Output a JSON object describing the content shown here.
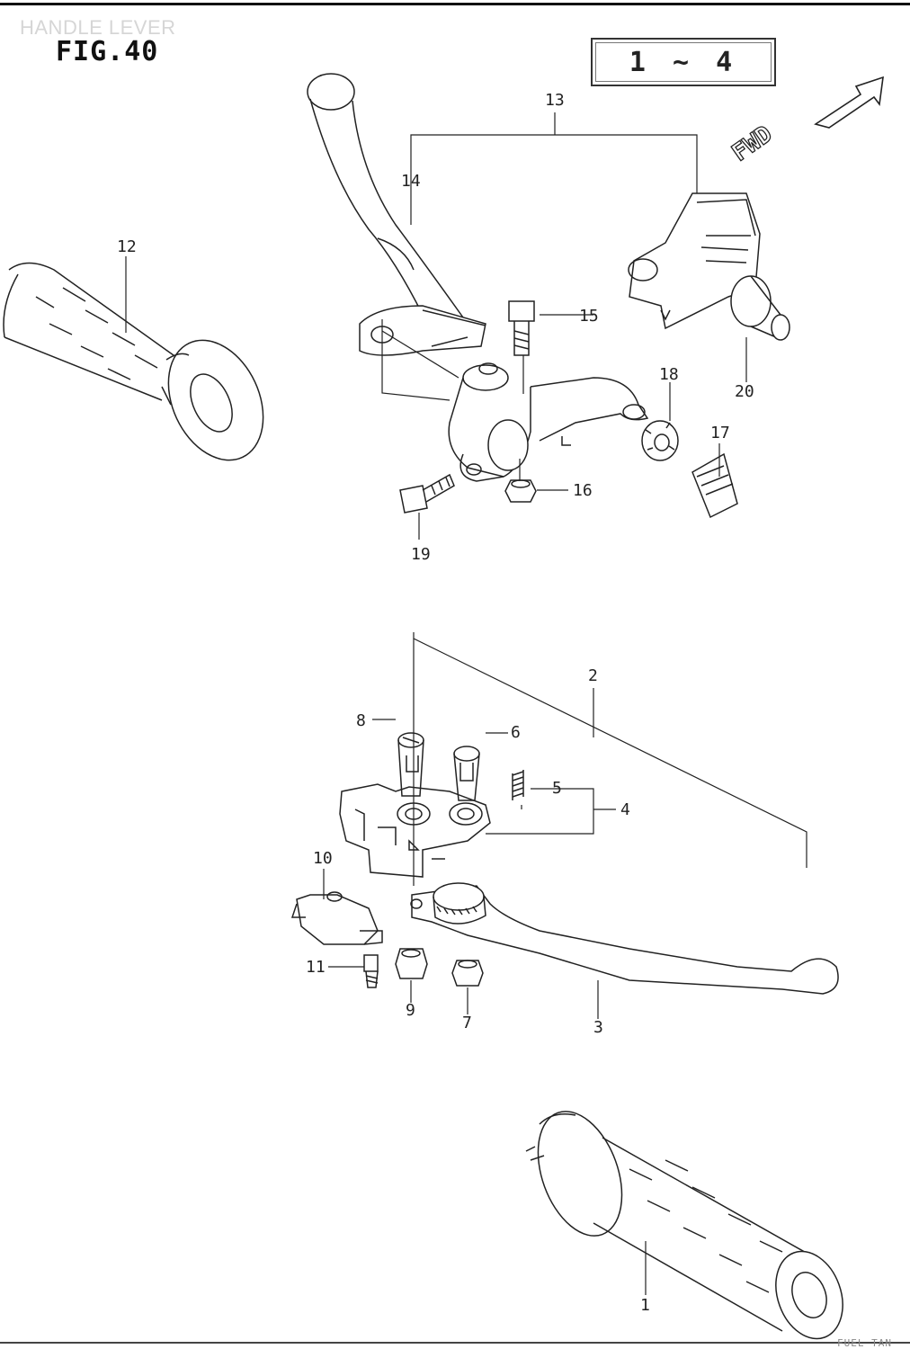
{
  "header": {
    "section_caption": "HANDLE LEVER",
    "figure_title": "FIG.40",
    "model_range": "1 ~ 4",
    "direction_label": "FWD"
  },
  "callouts": {
    "c1": "1",
    "c2": "2",
    "c3": "3",
    "c4": "4",
    "c5": "5",
    "c6": "6",
    "c7": "7",
    "c8": "8",
    "c9": "9",
    "c10": "10",
    "c11": "11",
    "c12": "12",
    "c13": "13",
    "c14": "14",
    "c15": "15",
    "c16": "16",
    "c17": "17",
    "c18": "18",
    "c19": "19",
    "c20": "20"
  },
  "footer": {
    "text": "FUEL TAN"
  }
}
